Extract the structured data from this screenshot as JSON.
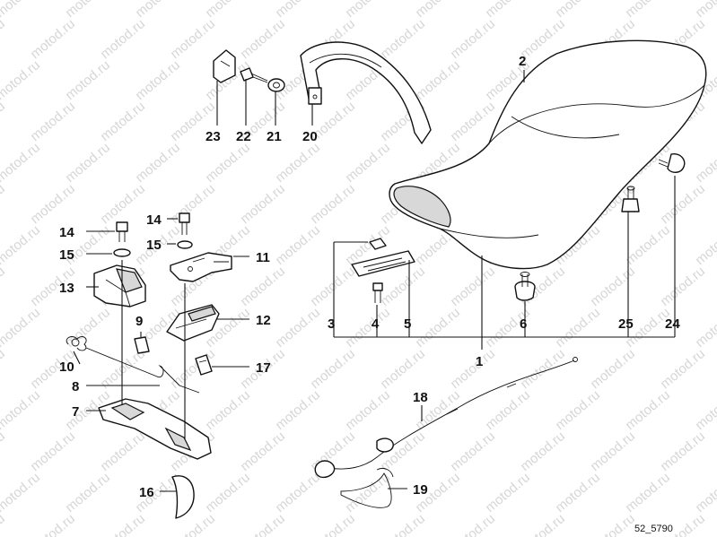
{
  "watermark": "motod.ru",
  "reference": "52_5790",
  "callouts": [
    "1",
    "2",
    "3",
    "4",
    "5",
    "6",
    "7",
    "8",
    "9",
    "10",
    "11",
    "12",
    "13",
    "14",
    "14",
    "15",
    "15",
    "16",
    "17",
    "18",
    "19",
    "20",
    "21",
    "22",
    "23",
    "24",
    "25"
  ]
}
